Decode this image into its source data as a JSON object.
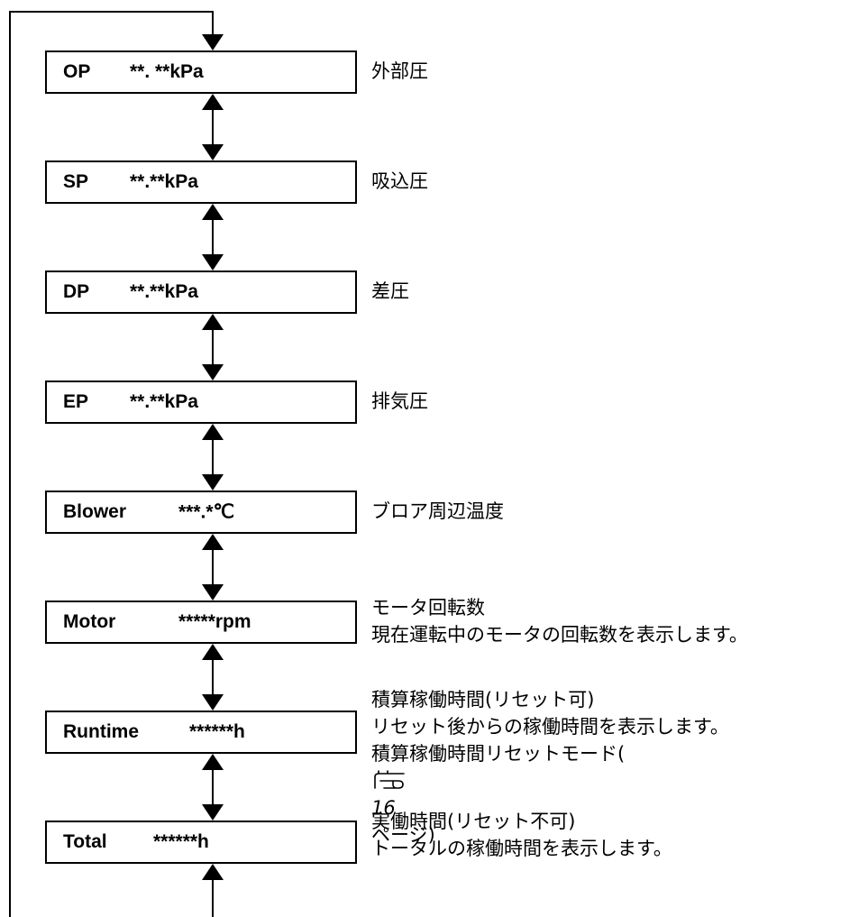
{
  "screens": [
    {
      "code": "OP",
      "value": "**. **kPa",
      "description": [
        "外部圧"
      ]
    },
    {
      "code": "SP",
      "value": "**.**kPa",
      "description": [
        "吸込圧"
      ]
    },
    {
      "code": "DP",
      "value": "**.**kPa",
      "description": [
        "差圧"
      ]
    },
    {
      "code": "EP",
      "value": "**.**kPa",
      "description": [
        "排気圧"
      ]
    },
    {
      "code": "Blower",
      "value": "***.*℃",
      "description": [
        "ブロア周辺温度"
      ]
    },
    {
      "code": "Motor",
      "value": "*****rpm",
      "description": [
        "モータ回転数",
        "現在運転中のモータの回転数を表示します。"
      ]
    },
    {
      "code": "Runtime",
      "value": "******h",
      "description": [
        "積算稼働時間(リセット可)",
        "リセット後からの稼働時間を表示します。"
      ],
      "reference": {
        "prefix": "積算稼働時間リセットモード(",
        "icon": "pointing-hand-icon",
        "page": "16",
        "suffix": " ページ)"
      }
    },
    {
      "code": "Total",
      "value": "******h",
      "description": [
        "実働時間(リセット不可)",
        "トータルの稼働時間を表示します。"
      ]
    }
  ]
}
